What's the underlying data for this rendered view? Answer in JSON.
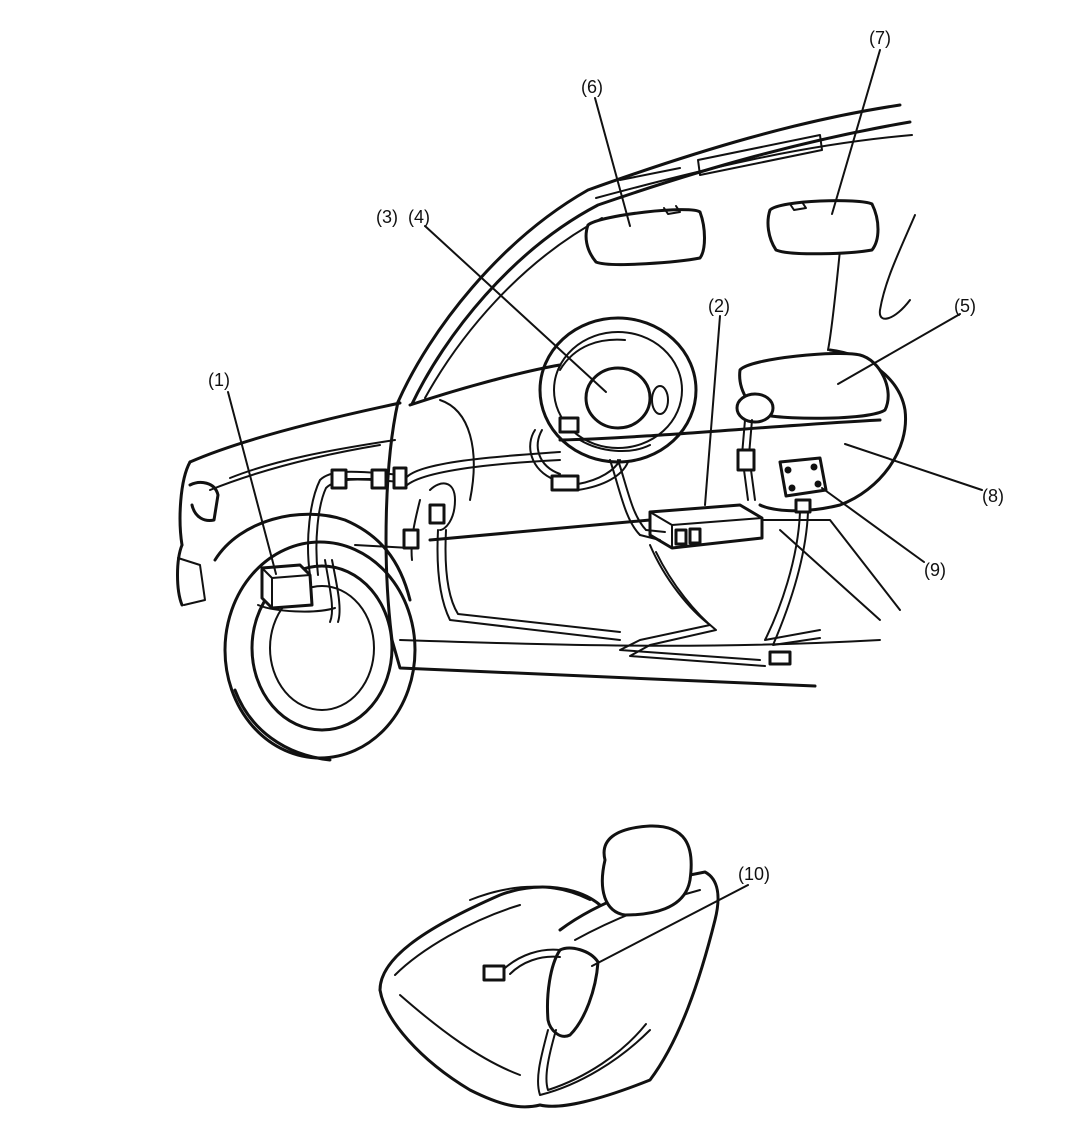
{
  "labels": {
    "l1": "(1)",
    "l2": "(2)",
    "l3": "(3)",
    "l4": "(4)",
    "l5": "(5)",
    "l6": "(6)",
    "l7": "(7)",
    "l8": "(8)",
    "l9": "(9)",
    "l10": "(10)"
  }
}
